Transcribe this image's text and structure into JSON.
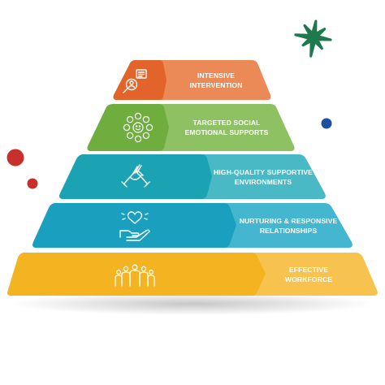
{
  "tiers": [
    {
      "line1": "INTENSIVE",
      "line2": "INTERVENTION",
      "icon": "magnifier-person-chart-icon",
      "colors": {
        "dark": "#E3642B",
        "light": "#EB8957"
      }
    },
    {
      "line1": "TARGETED SOCIAL",
      "line2": "EMOTIONAL SUPPORTS",
      "icon": "emotion-faces-circle-icon",
      "colors": {
        "dark": "#6FAE3E",
        "light": "#8DC162"
      }
    },
    {
      "line1": "HIGH-QUALITY SUPPORTIVE",
      "line2": "ENVIRONMENTS",
      "icon": "handshake-icon",
      "colors": {
        "dark": "#1BA3B3",
        "light": "#49B9C5"
      }
    },
    {
      "line1": "NURTURING & RESPONSIVE",
      "line2": "RELATIONSHIPS",
      "icon": "hand-heart-icon",
      "colors": {
        "dark": "#1AA0BE",
        "light": "#45B6CF"
      }
    },
    {
      "line1": "EFFECTIVE",
      "line2": "WORKFORCE",
      "icon": "group-of-people-icon",
      "colors": {
        "dark": "#F4B321",
        "light": "#F7C24E"
      }
    }
  ],
  "decorations": {
    "starburst_color": "#1E7A4E",
    "dot_blue": "#1F4FA2",
    "dot_red": "#C9302C"
  }
}
